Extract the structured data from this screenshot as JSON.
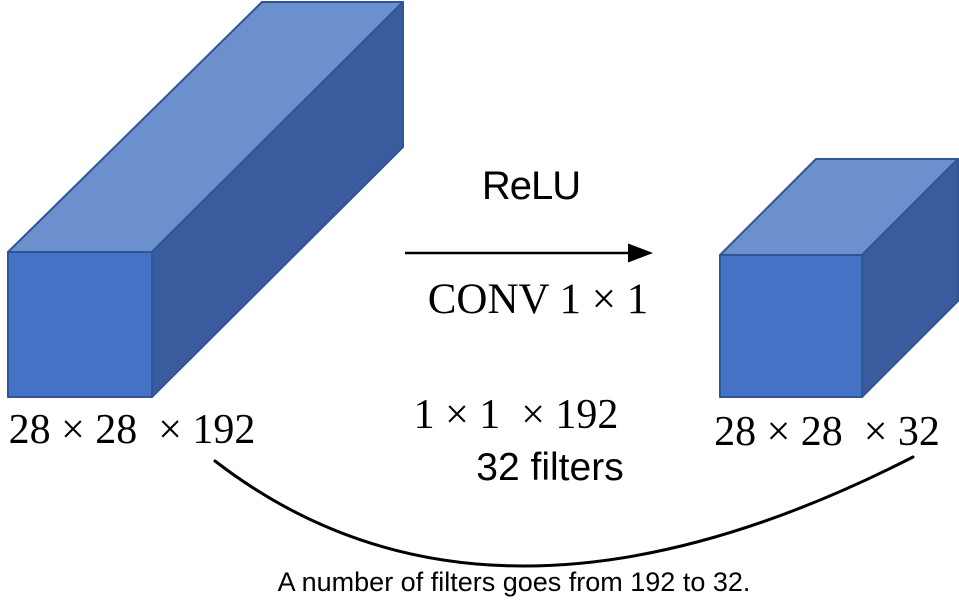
{
  "diagram": {
    "input": {
      "dims": "28 × 28  × 192"
    },
    "output": {
      "dims": "28 × 28  × 32"
    },
    "operation": {
      "activation": "ReLU",
      "conv": "CONV 1 × 1",
      "kernel": "1 × 1  × 192",
      "filters": "32 filters"
    },
    "caption": "A number of filters goes from 192 to 32."
  },
  "colors": {
    "box_front": "#4472C4",
    "box_top": "#6C8FCE",
    "box_side": "#3A5B9E",
    "box_border": "#2F5597",
    "line": "#000000"
  }
}
